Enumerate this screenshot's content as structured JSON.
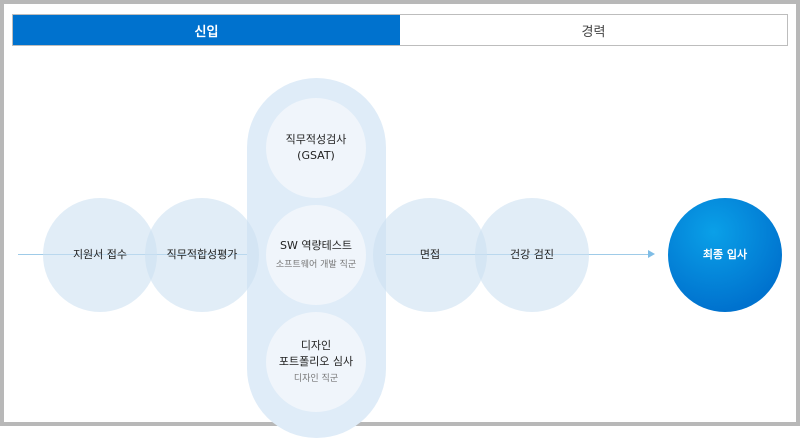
{
  "tabs": [
    {
      "label": "신입",
      "active": true
    },
    {
      "label": "경력",
      "active": false
    }
  ],
  "steps": {
    "apply": "지원서 접수",
    "fit": "직무적합성평가",
    "gsat_title": "직무적성검사",
    "gsat_sub": "(GSAT)",
    "sw_title": "SW 역량테스트",
    "sw_sub": "소프트웨어 개발 직군",
    "design_title1": "디자인",
    "design_title2": "포트폴리오 심사",
    "design_sub": "디자인 직군",
    "interview": "면접",
    "health": "건강 검진",
    "final": "최종 입사"
  },
  "colors": {
    "accent": "#0072ce",
    "circle": "#dfecf8"
  }
}
